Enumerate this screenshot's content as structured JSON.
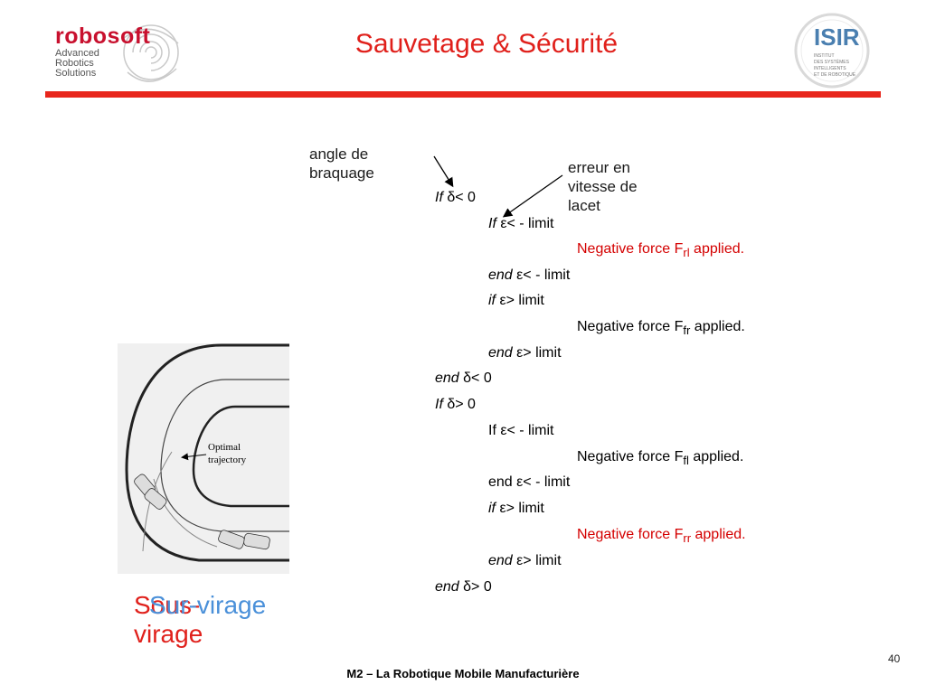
{
  "header": {
    "title": "Sauvetage & Sécurité",
    "logo_left": {
      "brand": "robosoft",
      "lines": [
        "Advanced",
        "Robotics",
        "Solutions"
      ]
    },
    "logo_right": {
      "brand": "ISIR",
      "lines": [
        "INSTITUT",
        "DES SYSTÈMES",
        "INTELLIGENTS",
        "ET DE ROBOTIQUE"
      ]
    }
  },
  "annotations": {
    "steering": [
      "angle de",
      "braquage"
    ],
    "yaw": [
      "erreur en",
      "vitesse de",
      "lacet"
    ]
  },
  "code": [
    {
      "kw": "If",
      "rest": " δ< 0",
      "color": "black"
    },
    {
      "kw": "If",
      "rest": " ε< - limit",
      "color": "black"
    },
    {
      "kw": "",
      "pre": "Negative force F",
      "sub": "rl",
      "post": " applied.",
      "color": "red"
    },
    {
      "kw": "end",
      "rest": " ε< - limit",
      "color": "black"
    },
    {
      "kw": "if",
      "rest": " ε> limit",
      "color": "black"
    },
    {
      "kw": "",
      "pre": "Negative force F",
      "sub": "fr",
      "post": " applied.",
      "color": "black"
    },
    {
      "kw": "end",
      "rest": " ε> limit",
      "color": "black"
    },
    {
      "kw": "end",
      "rest": " δ< 0",
      "color": "black"
    },
    {
      "kw": "If",
      "rest": " δ> 0",
      "color": "black"
    },
    {
      "kw": "",
      "rest": "If ε< - limit",
      "color": "black"
    },
    {
      "kw": "",
      "pre": "Negative force F",
      "sub": "fl",
      "post": " applied.",
      "color": "black"
    },
    {
      "kw": "",
      "rest": "end ε< - limit",
      "color": "black"
    },
    {
      "kw": "if",
      "rest": " ε> limit",
      "color": "black"
    },
    {
      "kw": "",
      "pre": "Negative force F",
      "sub": "rr",
      "post": " applied.",
      "color": "red"
    },
    {
      "kw": "end",
      "rest": " ε> limit",
      "color": "black"
    },
    {
      "kw": "end",
      "rest": " δ> 0",
      "color": "black"
    }
  ],
  "figure": {
    "label": [
      "Optimal",
      "trajectory"
    ]
  },
  "captions": {
    "sous": [
      "Sous-",
      "virage"
    ],
    "sur": "Sur-virage"
  },
  "footer": {
    "text": "M2 – La Robotique Mobile Manufacturière",
    "page": "40"
  },
  "colors": {
    "accent_red": "#e0201b",
    "accent_blue": "#4a90d9"
  }
}
